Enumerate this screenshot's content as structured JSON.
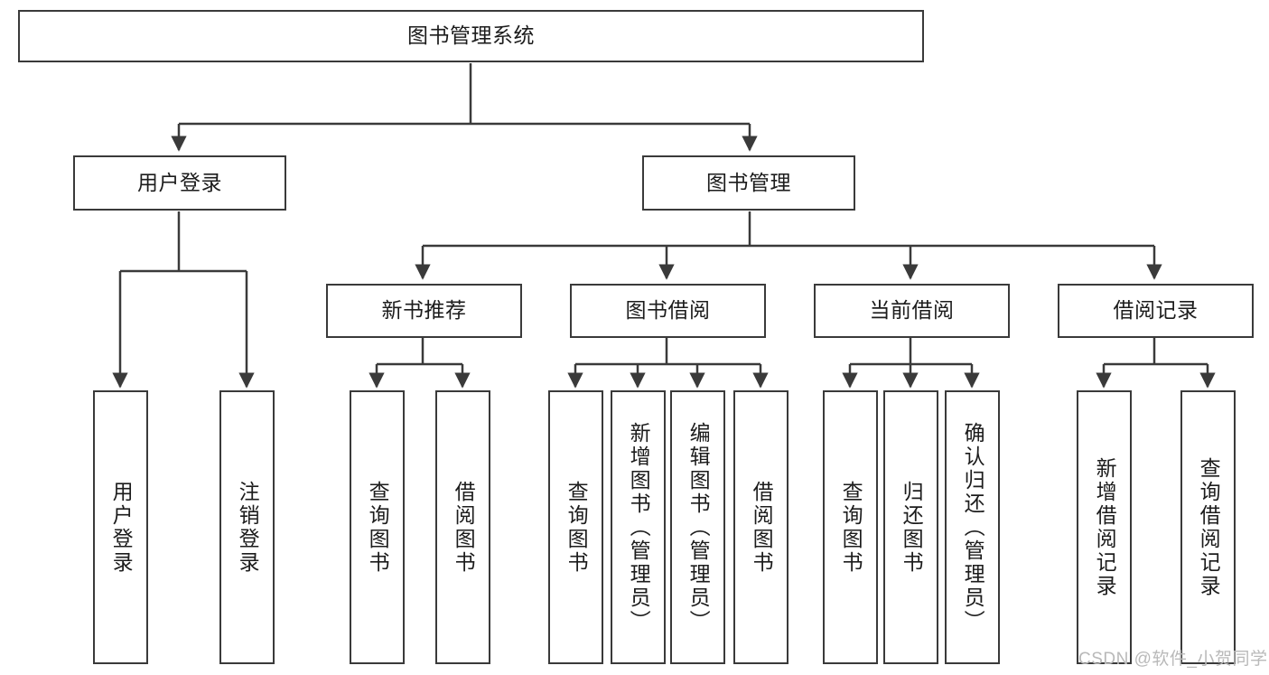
{
  "diagram": {
    "type": "tree-hierarchy",
    "title": "图书管理系统",
    "watermark": "CSDN @软件_小贺同学",
    "colors": {
      "stroke": "#3a3a3a",
      "fill": "#ffffff",
      "text": "#1c1c1c",
      "watermark": "#b9b9b9"
    },
    "nodes": {
      "root": {
        "label": "图书管理系统",
        "orientation": "horizontal"
      },
      "level2": [
        {
          "id": "user-login",
          "label": "用户登录",
          "orientation": "horizontal"
        },
        {
          "id": "book-manage",
          "label": "图书管理",
          "orientation": "horizontal"
        }
      ],
      "level3": [
        {
          "id": "new-book-recommend",
          "label": "新书推荐",
          "orientation": "horizontal"
        },
        {
          "id": "book-borrow",
          "label": "图书借阅",
          "orientation": "horizontal"
        },
        {
          "id": "current-borrow",
          "label": "当前借阅",
          "orientation": "horizontal"
        },
        {
          "id": "borrow-record",
          "label": "借阅记录",
          "orientation": "horizontal"
        }
      ],
      "leaves": [
        {
          "id": "leaf-user-login",
          "label": "用户登录",
          "parent": "user-login",
          "orientation": "vertical"
        },
        {
          "id": "leaf-user-logout",
          "label": "注销登录",
          "parent": "user-login",
          "orientation": "vertical"
        },
        {
          "id": "leaf-query-book-1",
          "label": "查询图书",
          "parent": "new-book-recommend",
          "orientation": "vertical"
        },
        {
          "id": "leaf-borrow-book-1",
          "label": "借阅图书",
          "parent": "new-book-recommend",
          "orientation": "vertical"
        },
        {
          "id": "leaf-query-book-2",
          "label": "查询图书",
          "parent": "book-borrow",
          "orientation": "vertical"
        },
        {
          "id": "leaf-add-book",
          "label": "新增图书（管理员）",
          "parent": "book-borrow",
          "orientation": "vertical"
        },
        {
          "id": "leaf-edit-book",
          "label": "编辑图书（管理员）",
          "parent": "book-borrow",
          "orientation": "vertical"
        },
        {
          "id": "leaf-borrow-book-2",
          "label": "借阅图书",
          "parent": "book-borrow",
          "orientation": "vertical"
        },
        {
          "id": "leaf-query-book-3",
          "label": "查询图书",
          "parent": "current-borrow",
          "orientation": "vertical"
        },
        {
          "id": "leaf-return-book",
          "label": "归还图书",
          "parent": "current-borrow",
          "orientation": "vertical"
        },
        {
          "id": "leaf-confirm-return",
          "label": "确认归还（管理员）",
          "parent": "current-borrow",
          "orientation": "vertical"
        },
        {
          "id": "leaf-add-record",
          "label": "新增借阅记录",
          "parent": "borrow-record",
          "orientation": "vertical"
        },
        {
          "id": "leaf-query-record",
          "label": "查询借阅记录",
          "parent": "borrow-record",
          "orientation": "vertical"
        }
      ]
    }
  }
}
